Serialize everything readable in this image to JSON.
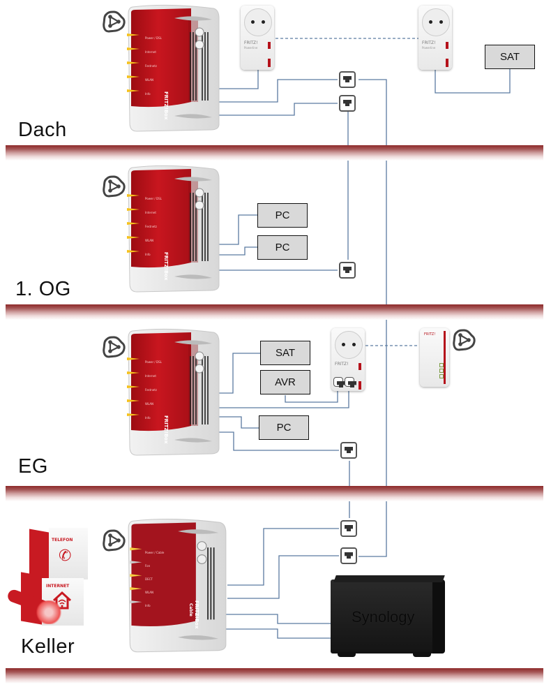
{
  "floors": [
    {
      "label": "Dach"
    },
    {
      "label": "1. OG"
    },
    {
      "label": "EG"
    },
    {
      "label": "Keller"
    }
  ],
  "devices": {
    "router_led_labels": [
      "Power / DSL",
      "Internet",
      "Festnetz",
      "WLAN",
      "Info"
    ],
    "router_brand": "FRITZ!Box",
    "cable_router_led_labels": [
      "Power / Cable",
      "Fon",
      "DECT",
      "WLAN",
      "Info"
    ],
    "cable_router_brand": "FRITZ!Box",
    "cable_router_model": "Cable",
    "powerline_brand": "FRITZ!",
    "powerline_sub": "Powerline",
    "nas_brand": "Synology",
    "provider_cube_top": "TELEFON",
    "provider_cube_bottom": "INTERNET"
  },
  "boxes": {
    "dach_sat": "SAT",
    "og_pc1": "PC",
    "og_pc2": "PC",
    "eg_sat": "SAT",
    "eg_avr": "AVR",
    "eg_pc": "PC"
  },
  "colors": {
    "wire": "#4f6f96",
    "divider": "#8e2a2a",
    "router_red": "#b5121b",
    "box_fill": "#d9d9d9"
  }
}
